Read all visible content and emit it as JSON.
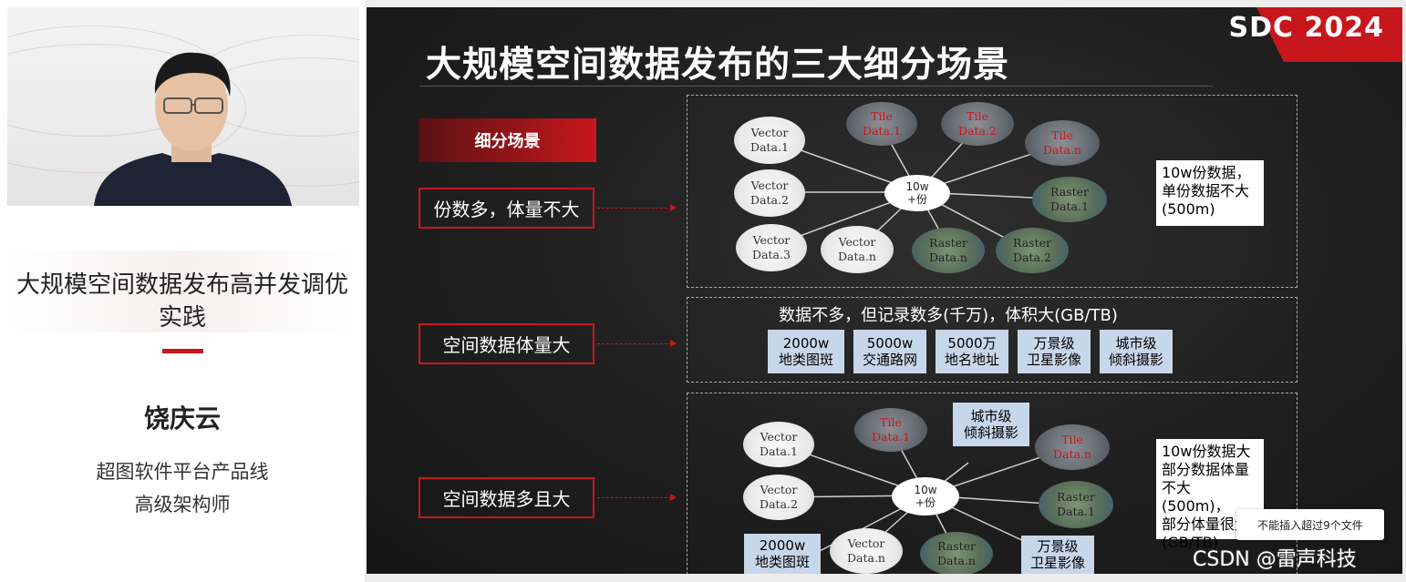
{
  "speaker_panel": {
    "talk_title": "大规模空间数据发布高并发调优实践",
    "name": "饶庆云",
    "org_line1": "超图软件平台产品线",
    "org_line2": "高级架构师"
  },
  "slide": {
    "title": "大规模空间数据发布的三大细分场景",
    "logo": "SDC 2024",
    "tag_header": "细分场景",
    "scenes": [
      "份数多，体量不大",
      "空间数据体量大",
      "空间数据多且大"
    ],
    "diagram1": {
      "hub": [
        "10w",
        "+份"
      ],
      "vector": [
        [
          "Vector",
          "Data.1"
        ],
        [
          "Vector",
          "Data.2"
        ],
        [
          "Vector",
          "Data.3"
        ],
        [
          "Vector",
          "Data.n"
        ]
      ],
      "tile": [
        [
          "Tile",
          "Data.1"
        ],
        [
          "Tile",
          "Data.2"
        ],
        [
          "Tile",
          "Data.n"
        ]
      ],
      "raster": [
        [
          "Raster",
          "Data.1"
        ],
        [
          "Raster",
          "Data.2"
        ],
        [
          "Raster",
          "Data.n"
        ]
      ],
      "note": [
        "10w份数据，",
        "单份数据不大",
        "(500m)"
      ]
    },
    "diagram2": {
      "caption": "数据不多，但记录数多(千万)，体积大(GB/TB)",
      "chips": [
        [
          "2000w",
          "地类图斑"
        ],
        [
          "5000w",
          "交通路网"
        ],
        [
          "5000万",
          "地名地址"
        ],
        [
          "万景级",
          "卫星影像"
        ],
        [
          "城市级",
          "倾斜摄影"
        ]
      ]
    },
    "diagram3": {
      "hub": [
        "10w",
        "+份"
      ],
      "vector": [
        [
          "Vector",
          "Data.1"
        ],
        [
          "Vector",
          "Data.2"
        ],
        [
          "Vector",
          "Data.n"
        ]
      ],
      "tile": [
        [
          "Tile",
          "Data.1"
        ],
        [
          "Tile",
          "Data.n"
        ]
      ],
      "raster": [
        [
          "Raster",
          "Data.1"
        ],
        [
          "Raster",
          "Data.n"
        ]
      ],
      "chips": [
        [
          "城市级",
          "倾斜摄影"
        ],
        [
          "2000w",
          "地类图斑"
        ],
        [
          "万景级",
          "卫星影像"
        ]
      ],
      "note": [
        "10w份数据大",
        "部分数据体量",
        "不大(500m)，",
        "部分体量很大",
        "(GB/TB)"
      ]
    }
  },
  "toast": "不能插入超过9个文件",
  "watermark": "CSDN @雷声科技"
}
